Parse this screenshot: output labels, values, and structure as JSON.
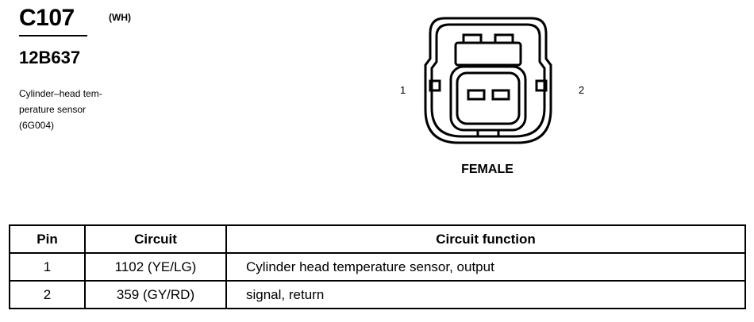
{
  "connector": {
    "id": "C107",
    "color": "(WH)",
    "part_number": "12B637",
    "description": [
      "Cylinder–head tem-",
      "perature sensor",
      "(6G004)"
    ],
    "pin_labels": [
      "1",
      "2"
    ],
    "gender": "FEMALE"
  },
  "table": {
    "headers": [
      "Pin",
      "Circuit",
      "Circuit function"
    ],
    "rows": [
      {
        "pin": "1",
        "circuit": "1102 (YE/LG)",
        "function": "Cylinder head temperature sensor, output"
      },
      {
        "pin": "2",
        "circuit": "359 (GY/RD)",
        "function": "signal, return"
      }
    ]
  }
}
